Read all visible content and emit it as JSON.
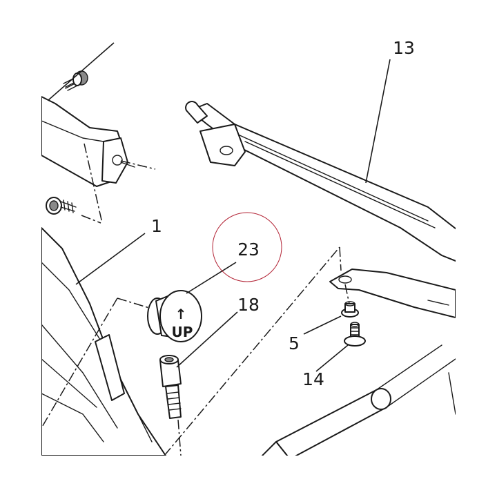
{
  "diagram": {
    "highlight_color": "#b22234",
    "line_color": "#1a1a1a",
    "part_labels": {
      "p1": "1",
      "p5": "5",
      "p13": "13",
      "p14": "14",
      "p18": "18",
      "p23": "23"
    },
    "cap_markings": {
      "arrow": "↑",
      "text": "UP"
    }
  }
}
